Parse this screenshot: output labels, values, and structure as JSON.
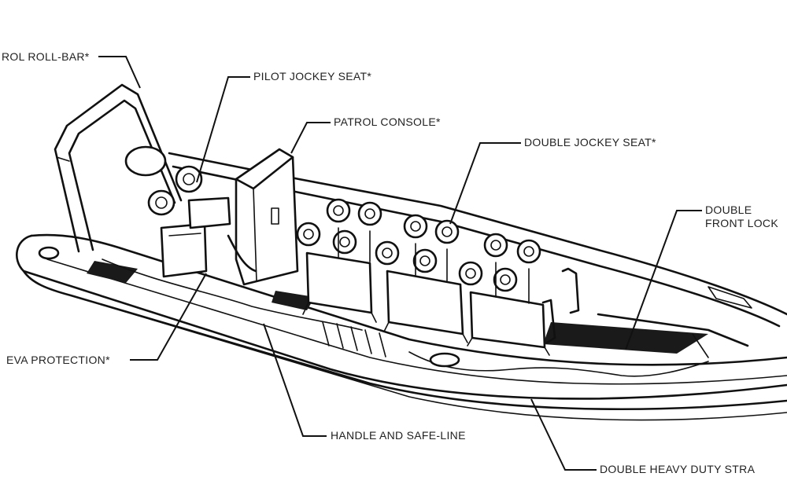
{
  "callouts": {
    "roll_bar": "ROL ROLL-BAR*",
    "pilot_seat": "PILOT JOCKEY SEAT*",
    "patrol_console": "PATROL CONSOLE*",
    "double_jockey": "DOUBLE JOCKEY SEAT*",
    "double_front_1": "DOUBLE",
    "double_front_2": "FRONT LOCK",
    "eva": "EVA PROTECTION*",
    "handle": "HANDLE AND SAFE-LINE",
    "straps": "DOUBLE HEAVY DUTY STRA"
  }
}
